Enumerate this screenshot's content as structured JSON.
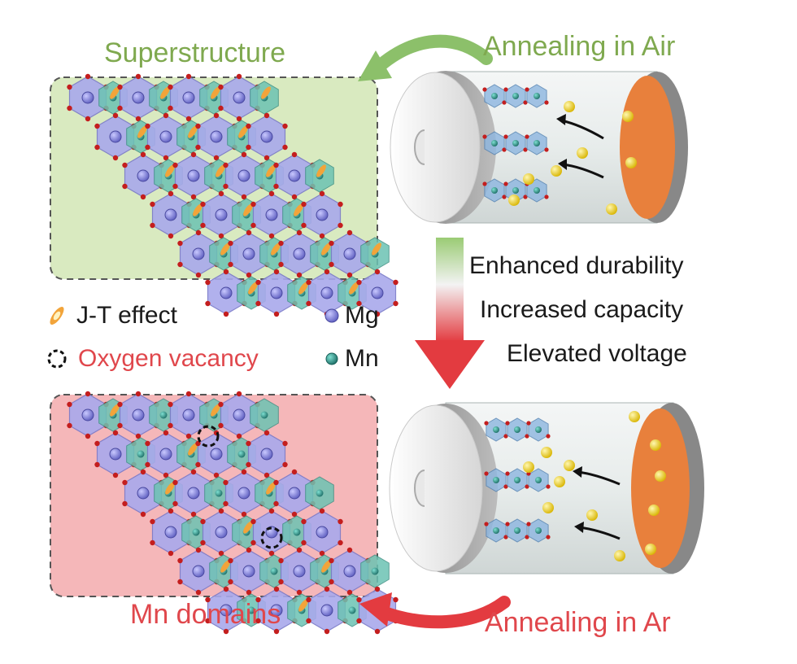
{
  "labels": {
    "superstructure": "Superstructure",
    "annealing_air": "Annealing in Air",
    "annealing_ar": "Annealing in Ar",
    "mn_domains": "Mn domains"
  },
  "effects": [
    "Enhanced durability",
    "Increased capacity",
    "Elevated voltage"
  ],
  "legend": {
    "jt": "J-T effect",
    "vacancy": "Oxygen vacancy",
    "mg": "Mg",
    "mn": "Mn"
  },
  "colors": {
    "green_panel": "#d9eac0",
    "red_panel": "#f5b7b9",
    "green_text": "#7fa94f",
    "red_text": "#e0474c",
    "mg": "#8f8fe0",
    "mn": "#2a9d8f",
    "oxygen": "#c41e1e",
    "ion": "#f2d21b",
    "anode": "#e8803c"
  }
}
